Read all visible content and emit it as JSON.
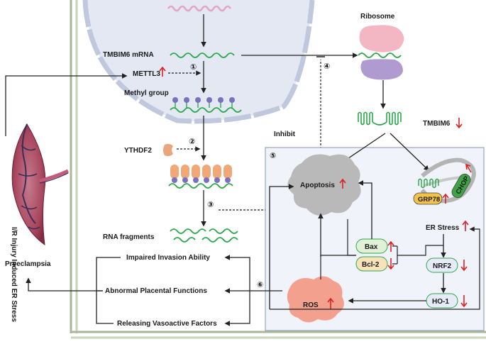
{
  "labels": {
    "tmbim6_mrna": "TMBIM6 mRNA",
    "mettl3": "METTL3",
    "methyl_group": "Methyl group",
    "ythdf2": "YTHDF2",
    "rna_fragments": "RNA fragments",
    "ribosome": "Ribosome",
    "tmbim6": "TMBIM6",
    "inhibit": "Inhibit",
    "apoptosis": "Apoptosis",
    "grp78": "GRP78",
    "chop": "CHOP",
    "er_stress": "ER Stress",
    "bax": "Bax",
    "bcl2": "Bcl-2",
    "nrf2": "NRF2",
    "ho1": "HO-1",
    "ros": "ROS",
    "impaired_invasion": "Impaired Invasion Ability",
    "abnormal_placental": "Abnormal Placental Functions",
    "releasing_vasoactive": "Releasing Vasoactive Factors",
    "preeclampsia": "Preeclampsia",
    "ir_injury": "I/R Injury Induced ER Stress"
  },
  "steps": [
    "①",
    "②",
    "③",
    "④",
    "⑤",
    "⑥"
  ],
  "colors": {
    "up_arrow": "#e02020",
    "down_arrow": "#e02020",
    "rna_green": "#2aa84a",
    "methyl_purple": "#7b6fc0",
    "nucleus_fill": "#e3e8f3",
    "nucleus_edge": "#bfc8dc",
    "panel_fill": "#f0f3fa",
    "panel_edge": "#9aa6c8",
    "membrane": "#a9b79a"
  }
}
